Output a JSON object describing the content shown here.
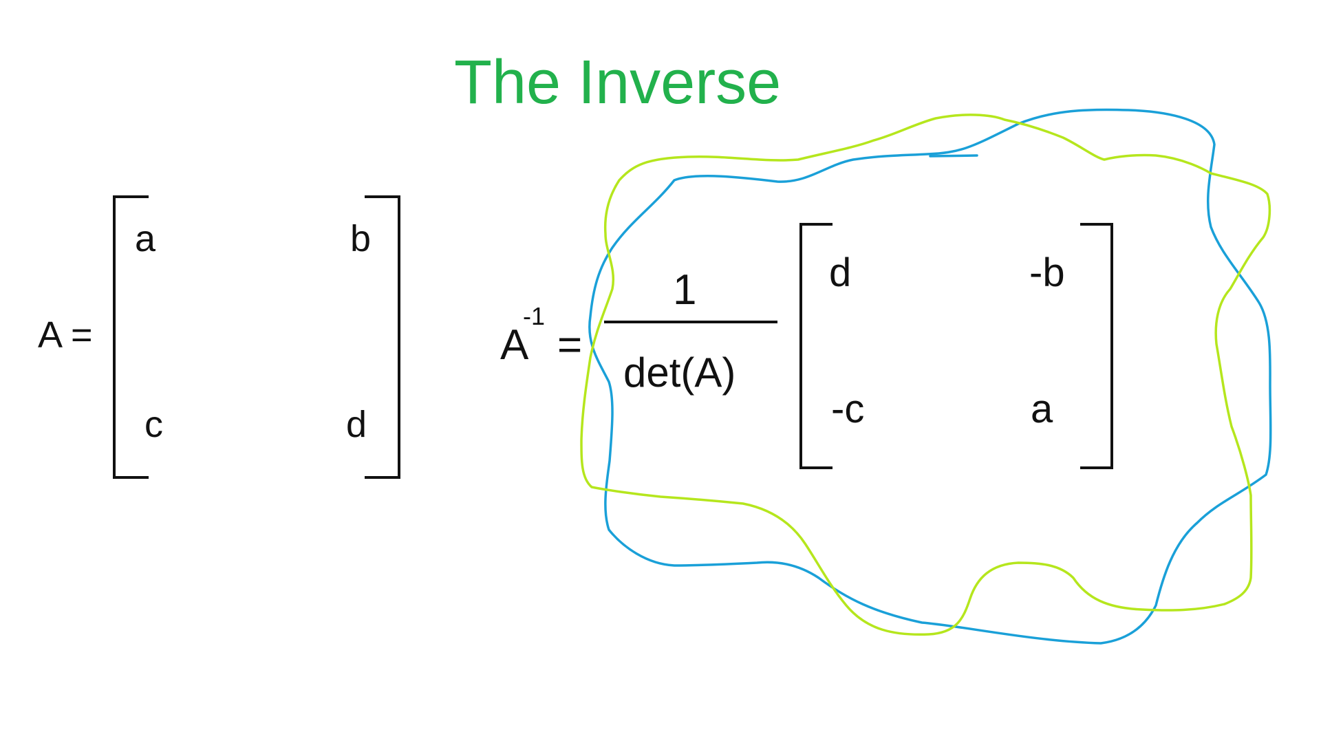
{
  "title": "The Inverse",
  "colors": {
    "title": "#22b14c",
    "ink": "#111111",
    "scribble_blue": "#1aa0d8",
    "scribble_green": "#b5e61d"
  },
  "matrix_a": {
    "label": "A =",
    "cells": [
      "a",
      "b",
      "c",
      "d"
    ]
  },
  "inverse": {
    "label_base": "A",
    "label_exponent": "-1",
    "equals": "=",
    "numerator": "1",
    "denominator": "det(A)",
    "cells": [
      "d",
      "-b",
      "-c",
      "a"
    ]
  },
  "annotations": [
    {
      "name": "blue-scribble",
      "color": "scribble_blue"
    },
    {
      "name": "green-scribble",
      "color": "scribble_green"
    }
  ]
}
